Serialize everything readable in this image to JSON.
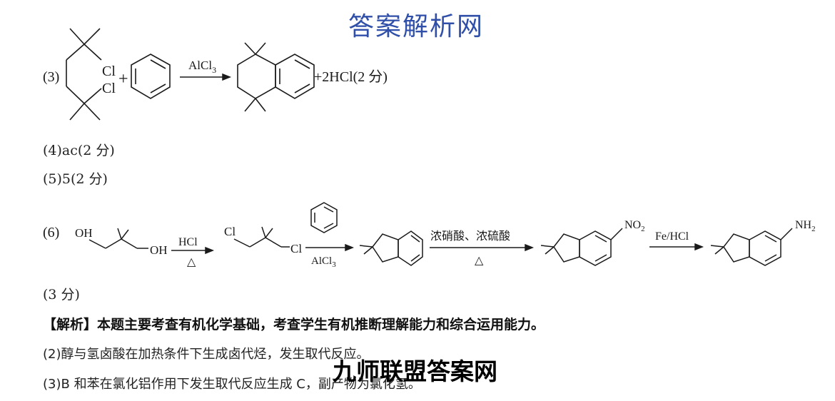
{
  "watermark_top": "答案解析网",
  "q3": {
    "label": "(3)",
    "cl_top": "Cl",
    "cl_bottom": "Cl",
    "plus": "+",
    "reagent": "AlCl",
    "reagent_sub": "3",
    "byproduct": "+2HCl(2 分)"
  },
  "q4": "(4)ac(2 分)",
  "q5": "(5)5(2 分)",
  "q6": {
    "label": "(6)",
    "oh_left": "OH",
    "oh_right": "OH",
    "step1_reagent": "HCl",
    "step1_cond": "△",
    "cl_left": "Cl",
    "cl_right": "Cl",
    "step2_reagent": "AlCl",
    "step2_reagent_sub": "3",
    "step3_reagent": "浓硝酸、浓硫酸",
    "step3_cond": "△",
    "no2": "NO",
    "no2_sub": "2",
    "step4_reagent": "Fe/HCl",
    "nh2": "NH",
    "nh2_sub": "2"
  },
  "q6_score": "(3 分)",
  "analysis_heading": "【解析】本题主要考查有机化学基础，考查学生有机推断理解能力和综合运用能力。",
  "a2": "(2)醇与氢卤酸在加热条件下生成卤代烃，发生取代反应。",
  "a3": "(3)B 和苯在氯化铝作用下发生取代反应生成 C，副产物为氯化氢。",
  "watermark_mid": "九师联盟答案网",
  "colors": {
    "watermark_blue": "#2f4fa8",
    "text": "#1a1a1a"
  }
}
